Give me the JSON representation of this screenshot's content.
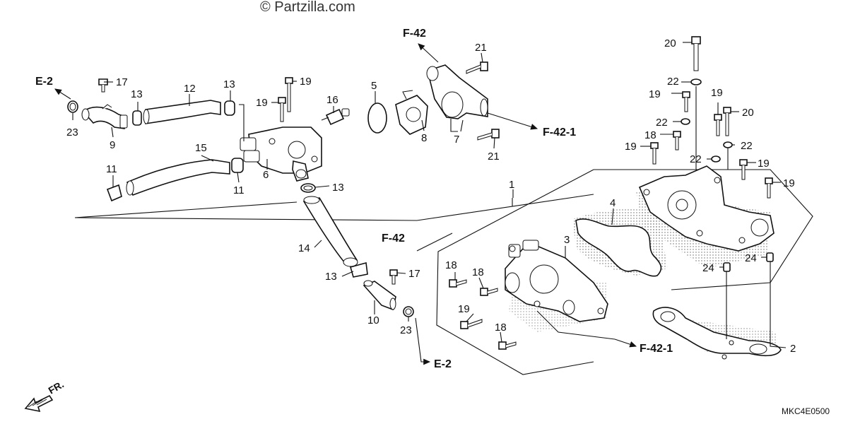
{
  "watermark": "© Partzilla.com",
  "diagram_code": "MKC4E0500",
  "front_label": "FR.",
  "refs": {
    "e2": "E-2",
    "f42": "F-42",
    "f421": "F-42-1"
  },
  "numbers": {
    "n1": "1",
    "n2": "2",
    "n3": "3",
    "n4": "4",
    "n5": "5",
    "n6": "6",
    "n7": "7",
    "n8": "8",
    "n9": "9",
    "n10": "10",
    "n11": "11",
    "n12": "12",
    "n13": "13",
    "n14": "14",
    "n15": "15",
    "n16": "16",
    "n17": "17",
    "n18": "18",
    "n19": "19",
    "n20": "20",
    "n21": "21",
    "n22": "22",
    "n23": "23",
    "n24": "24"
  }
}
